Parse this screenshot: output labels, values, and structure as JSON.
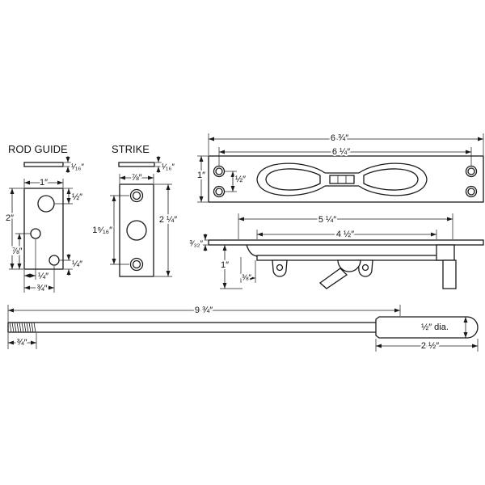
{
  "rod_guide": {
    "title": "ROD GUIDE",
    "thickness": "¹⁄₁₆″",
    "width": "1″",
    "height": "2″",
    "top_to_hole": "½″",
    "hole_to_bottom": "⅞″",
    "lower_hole_to_bottom": "¼″",
    "left_to_hole": "¼″",
    "left_to_lower_hole": "¾″"
  },
  "strike": {
    "title": "STRIKE",
    "thickness": "¹⁄₁₆″",
    "width": "⅞″",
    "hole_spacing": "1⁹⁄₁₆″",
    "height": "2 ¼″"
  },
  "flush_bolt": {
    "overall_length": "6 ¾″",
    "hole_centers": "6 ¼″",
    "width": "1″",
    "hole_vertical": "½″",
    "length_a": "5 ¼″",
    "length_b": "4 ½″",
    "plate_thickness": "³⁄₃₂″",
    "depth": "1″",
    "offset": "⅜″"
  },
  "rod": {
    "length": "9 ¾″",
    "thread_length": "¾″",
    "diameter": "½″ dia.",
    "end_length": "2 ½″"
  }
}
